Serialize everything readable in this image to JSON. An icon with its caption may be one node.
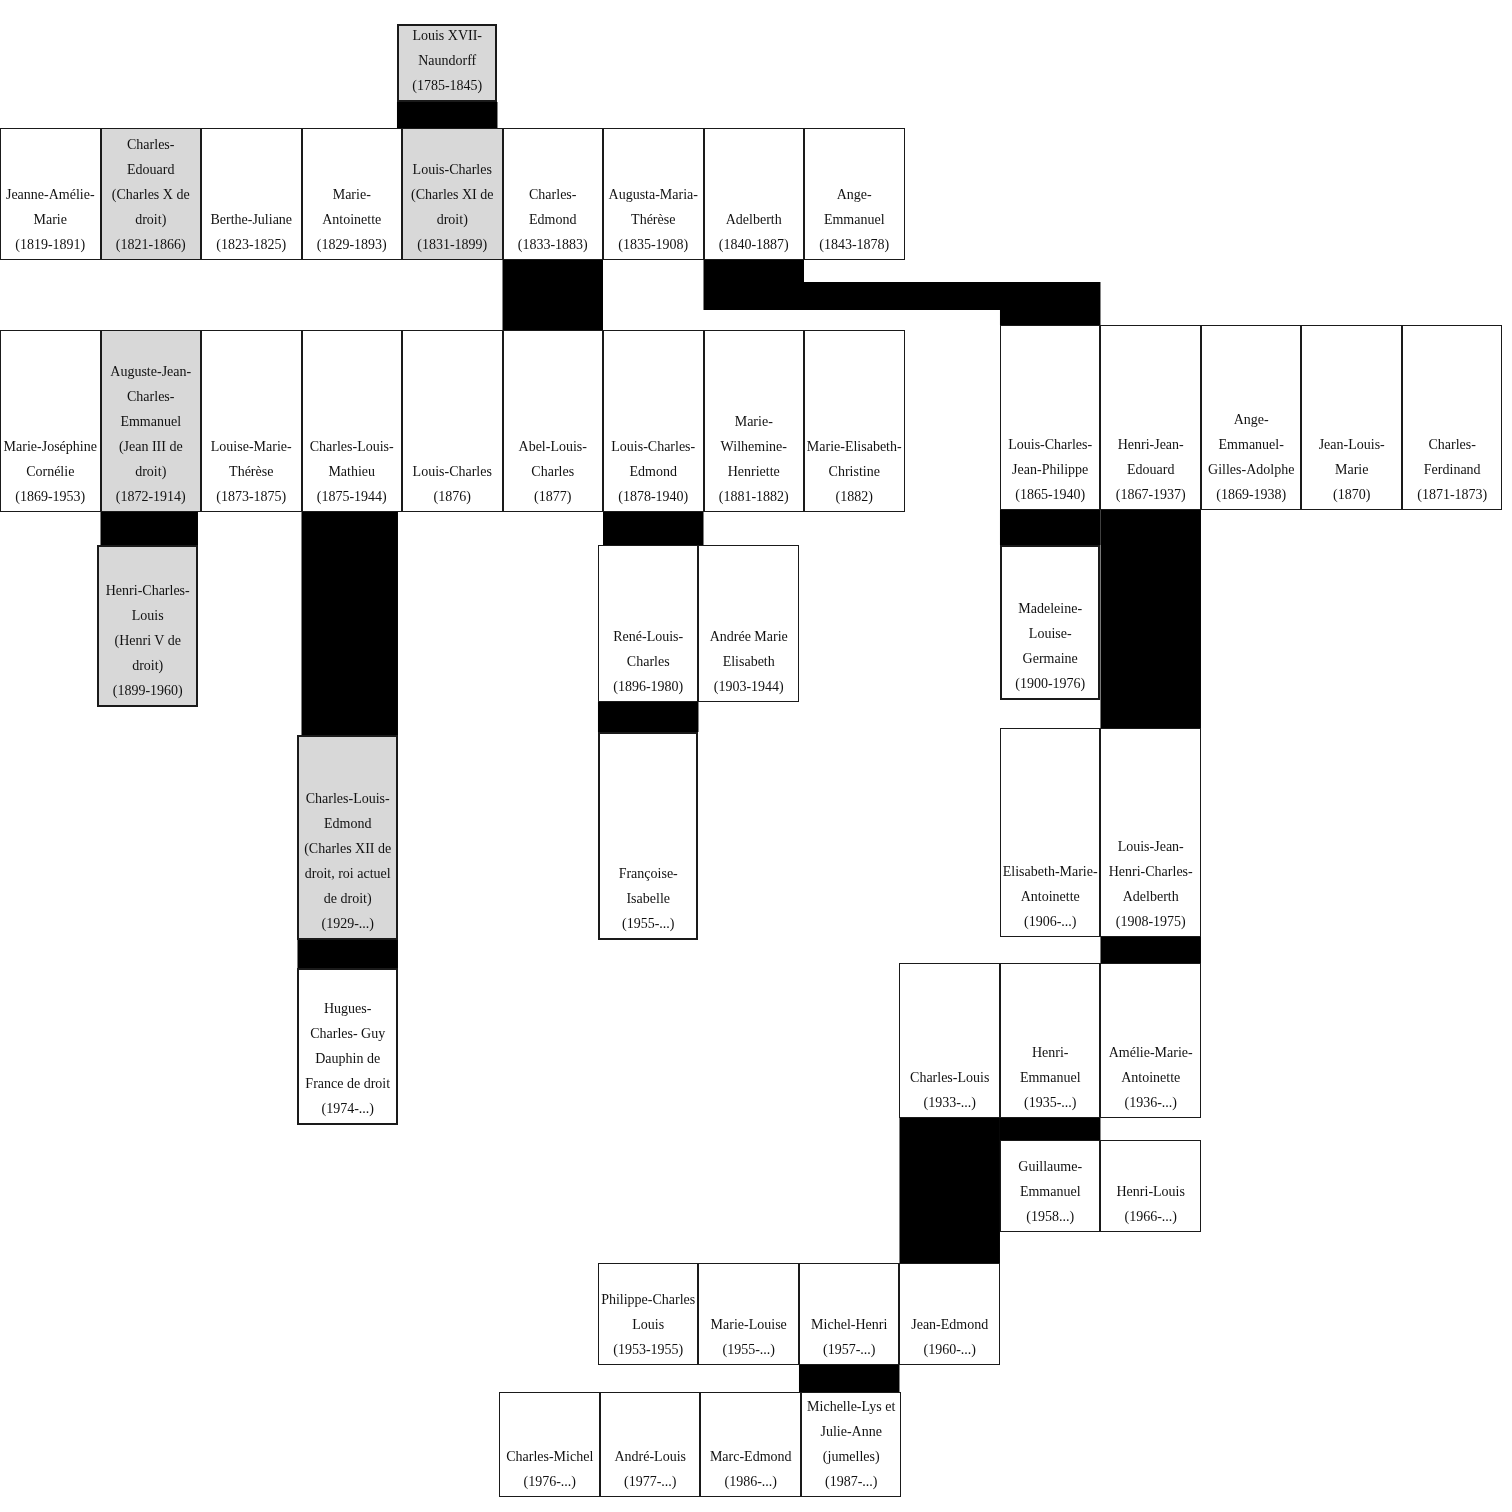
{
  "diagram": {
    "nodes": [
      {
        "text": [
          "Louis XVII- Naundorff",
          "(1785-1845)"
        ]
      },
      {
        "text": [],
        "shape": "box"
      },
      {
        "text": [
          "Jeanne-Amélie- Marie",
          "(1819-1891)"
        ],
        "in": 1
      },
      {
        "text": [
          "Charles- Edouard",
          "(Charles X de droit)",
          "(1821-1866)"
        ],
        "in": 1
      },
      {
        "text": [
          "Berthe-Juliane",
          "(1823-1825)"
        ],
        "in": 1
      },
      {
        "text": [
          "Marie- Antoinette",
          "(1829-1893)"
        ],
        "in": 1
      },
      {
        "text": [
          "Louis-Charles",
          "(Charles XI de droit)",
          "(1831-1899)"
        ],
        "in": 1
      },
      {
        "text": [
          "Charles- Edmond",
          "(1833-1883)"
        ],
        "in": 1
      },
      {
        "text": [
          "Augusta-Maria- Thérèse",
          "(1835-1908)"
        ],
        "in": 1
      },
      {
        "text": [
          "Adelberth",
          "(1840-1887)"
        ],
        "in": 1
      },
      {
        "text": [
          "Ange- Emmanuel",
          "(1843-1878)"
        ],
        "in": 1
      },
      {
        "text": [],
        "shape": "box"
      },
      {
        "text": [
          "Marie-Joséphine Cornélie",
          "(1869-1953)"
        ],
        "in": 11
      },
      {
        "text": [
          "Auguste-Jean- Charles- Emmanuel",
          "(Jean III de droit)",
          "(1872-1914)"
        ],
        "in": 11
      },
      {
        "text": [
          "Louise-Marie- Thérèse",
          "(1873-1875)"
        ],
        "in": 11
      },
      {
        "text": [
          "Charles-Louis- Mathieu",
          "(1875-1944)"
        ],
        "in": 11
      },
      {
        "text": [
          "Louis-Charles",
          "(1876)"
        ],
        "in": 11
      },
      {
        "text": [
          "Abel-Louis- Charles",
          "(1877)"
        ],
        "in": 11
      },
      {
        "text": [
          "Louis-Charles- Edmond",
          "(1878-1940)"
        ],
        "in": 11
      },
      {
        "text": [
          "Marie- Wilhemine- Henriette",
          "(1881-1882)"
        ],
        "in": 11
      },
      {
        "text": [
          "Marie-Elisabeth- Christine",
          "(1882)"
        ],
        "in": 11
      },
      {
        "text": [],
        "shape": "box"
      },
      {
        "text": [
          "Louis-Charles- Jean-Philippe",
          "(1865-1940)"
        ],
        "in": 21
      },
      {
        "text": [
          "Henri-Jean- Edouard",
          "(1867-1937)"
        ],
        "in": 21
      },
      {
        "text": [
          "Ange- Emmanuel- Gilles-Adolphe",
          "(1869-1938)"
        ],
        "in": 21
      },
      {
        "text": [
          "Jean-Louis- Marie",
          "(1870)"
        ],
        "in": 21
      },
      {
        "text": [
          "Charles- Ferdinand",
          "(1871-1873)"
        ],
        "in": 21
      },
      {
        "text": [
          "Henri-Charles- Louis",
          "(Henri V de droit)",
          "(1899-1960)"
        ]
      },
      {
        "text": [],
        "shape": "box"
      },
      {
        "text": [
          "René-Louis- Charles",
          "(1896-1980)"
        ],
        "in": 28
      },
      {
        "text": [
          "Andrée Marie Elisabeth",
          "(1903-1944)"
        ],
        "in": 28
      },
      {
        "text": [
          "Madeleine- Louise- Germaine",
          "(1900-1976)"
        ]
      },
      {
        "text": [
          "Charles-Louis- Edmond",
          "(Charles XII de droit, roi actuel de droit)",
          "(1929-...)"
        ]
      },
      {
        "text": [],
        "shape": "box"
      },
      {
        "text": [
          "Elisabeth-Marie- Antoinette",
          "(1906-...)"
        ],
        "in": 33
      },
      {
        "text": [
          "Louis-Jean- Henri-Charles- Adelberth",
          "(1908-1975)"
        ],
        "in": 33
      },
      {
        "text": [
          "Françoise- Isabelle",
          "(1955-...)"
        ]
      },
      {
        "text": [],
        "shape": "box"
      },
      {
        "text": [
          "Charles-Louis",
          "(1933-...)"
        ],
        "in": 37
      },
      {
        "text": [
          "Henri- Emmanuel",
          "(1935-...)"
        ],
        "in": 37
      },
      {
        "text": [
          "Amélie-Marie- Antoinette",
          "(1936-...)"
        ],
        "in": 37
      },
      {
        "text": [
          "Hugues-Charles- Guy",
          "Dauphin de France de droit",
          "(1974-...)"
        ]
      },
      {
        "text": [],
        "shape": "box"
      },
      {
        "text": [
          "Guillaume- Emmanuel",
          "(1958...)"
        ],
        "in": 42
      },
      {
        "text": [
          "Henri-Louis",
          "(1966-...)"
        ],
        "in": 42
      },
      {
        "text": [],
        "shape": "box"
      },
      {
        "text": [
          "Philippe-Charles Louis",
          "(1953-1955)"
        ],
        "in": 45
      },
      {
        "text": [
          "Marie-Louise",
          "(1955-...)"
        ],
        "in": 45
      },
      {
        "text": [
          "Michel-Henri",
          "(1957-...)"
        ],
        "in": 45
      },
      {
        "text": [
          "Jean-Edmond",
          "(1960-...)"
        ],
        "in": 45
      },
      {
        "text": [],
        "shape": "box"
      },
      {
        "text": [
          "Charles-Michel",
          "(1976-...)"
        ],
        "in": 50
      },
      {
        "text": [
          "André-Louis",
          "(1977-...)"
        ],
        "in": 50
      },
      {
        "text": [
          "Marc-Edmond",
          "(1986-...)"
        ],
        "in": 50
      },
      {
        "text": [
          "Michelle-Lys et Julie-Anne (jumelles)",
          "(1987-...)"
        ],
        "in": 50
      }
    ],
    "edges": [
      {
        "from": 0,
        "to": 1,
        "arrow": "none",
        "style": "thick"
      },
      {
        "from": 7,
        "to": 11,
        "arrow": "none",
        "style": "thick"
      },
      {
        "from": 9,
        "to": 21,
        "arrow": "none",
        "style": "thick"
      },
      {
        "from": 13,
        "to": 27,
        "arrow": "none",
        "style": "thick"
      },
      {
        "from": 15,
        "to": 32,
        "arrow": "none",
        "style": "thick"
      },
      {
        "from": 18,
        "to": 28,
        "arrow": "none",
        "style": "thick"
      },
      {
        "from": 22,
        "to": 31,
        "arrow": "none",
        "style": "thick"
      },
      {
        "from": 23,
        "to": 33,
        "arrow": "none",
        "style": "thick"
      },
      {
        "from": 29,
        "to": 36,
        "arrow": "none",
        "style": "thick"
      },
      {
        "from": 32,
        "to": 41,
        "arrow": "none",
        "style": "thick"
      },
      {
        "from": 35,
        "to": 37,
        "arrow": "none",
        "style": "thick"
      },
      {
        "from": 39,
        "to": 42,
        "arrow": "none",
        "style": "thick"
      },
      {
        "from": 38,
        "to": 45,
        "arrow": "none",
        "style": "thick"
      },
      {
        "from": 48,
        "to": 50,
        "arrow": "none",
        "style": "thick"
      }
    ]
  }
}
